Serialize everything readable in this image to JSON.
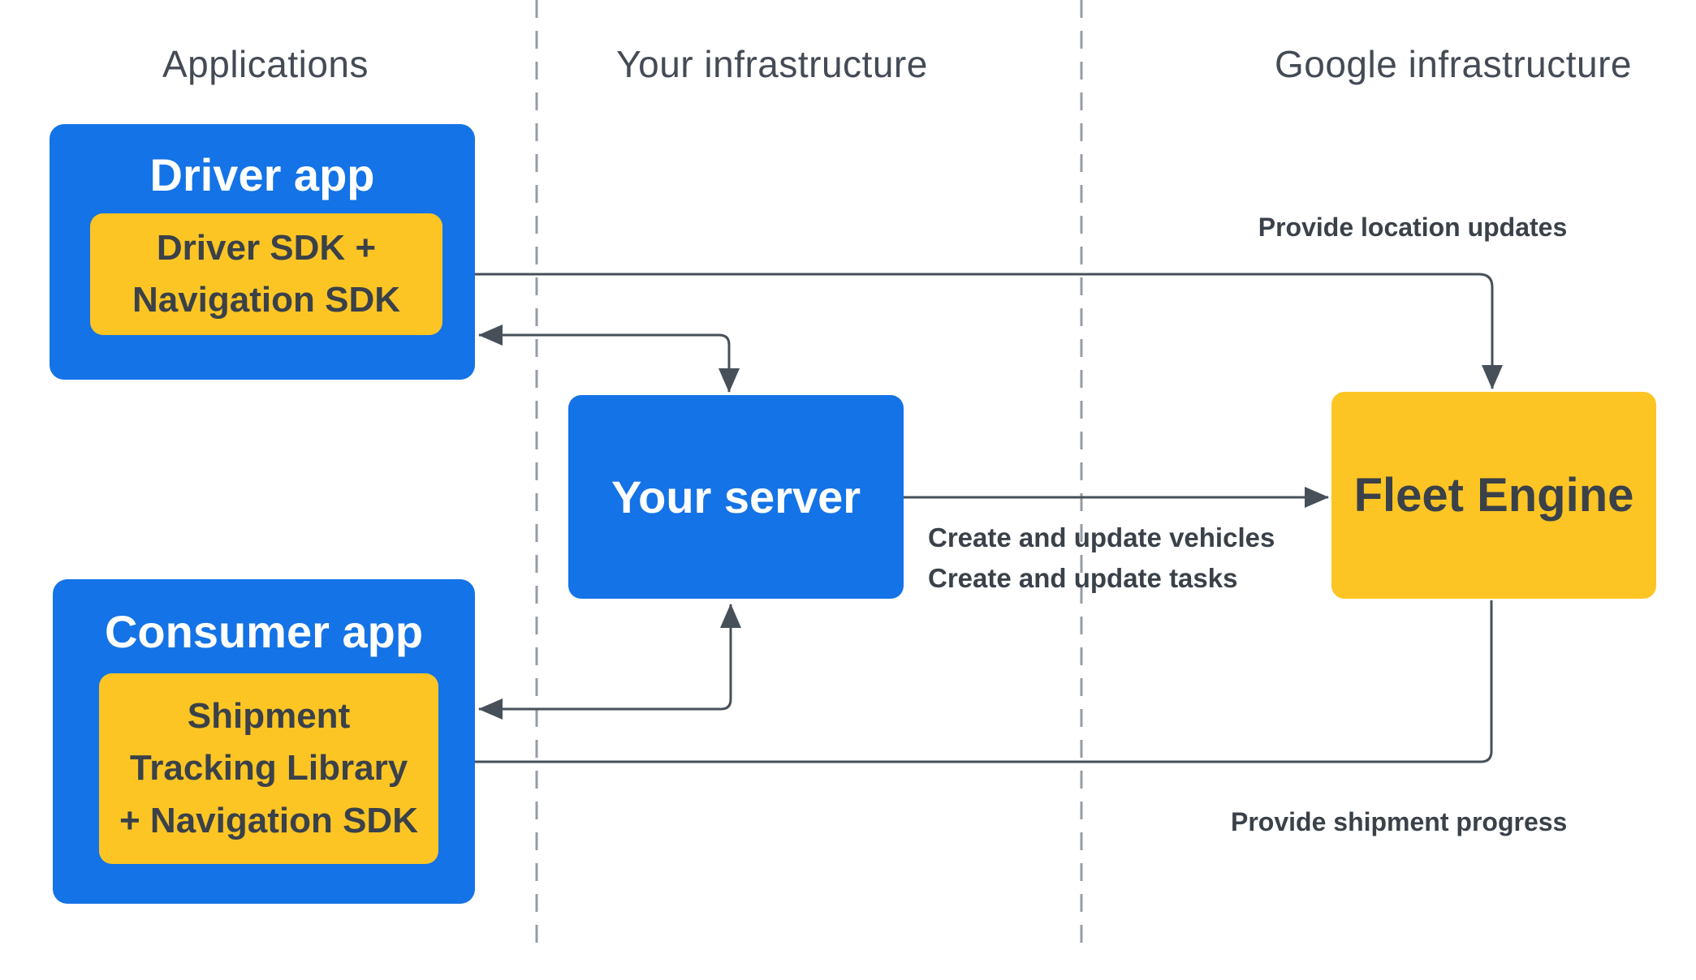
{
  "headers": {
    "applications": "Applications",
    "your_infrastructure": "Your infrastructure",
    "google_infrastructure": "Google infrastructure"
  },
  "boxes": {
    "driver_app": {
      "title": "Driver app",
      "sdk": {
        "line1": "Driver SDK +",
        "line2": "Navigation SDK"
      }
    },
    "your_server": {
      "title": "Your server"
    },
    "fleet_engine": {
      "title": "Fleet Engine"
    },
    "consumer_app": {
      "title": "Consumer app",
      "library": {
        "line1": "Shipment",
        "line2": "Tracking Library",
        "line3": "+ Navigation SDK"
      }
    }
  },
  "labels": {
    "provide_location_updates": "Provide location updates",
    "create_and_update_vehicles": "Create and update vehicles",
    "create_and_update_tasks": "Create and update tasks",
    "provide_shipment_progress": "Provide shipment progress"
  },
  "colors": {
    "blue": "#1473e6",
    "yellow": "#fcc524",
    "dark_text": "#3a4149",
    "header_text": "#444b55",
    "arrow": "#475059",
    "dashed_line": "#969ca4",
    "white_text": "#ffffff"
  }
}
